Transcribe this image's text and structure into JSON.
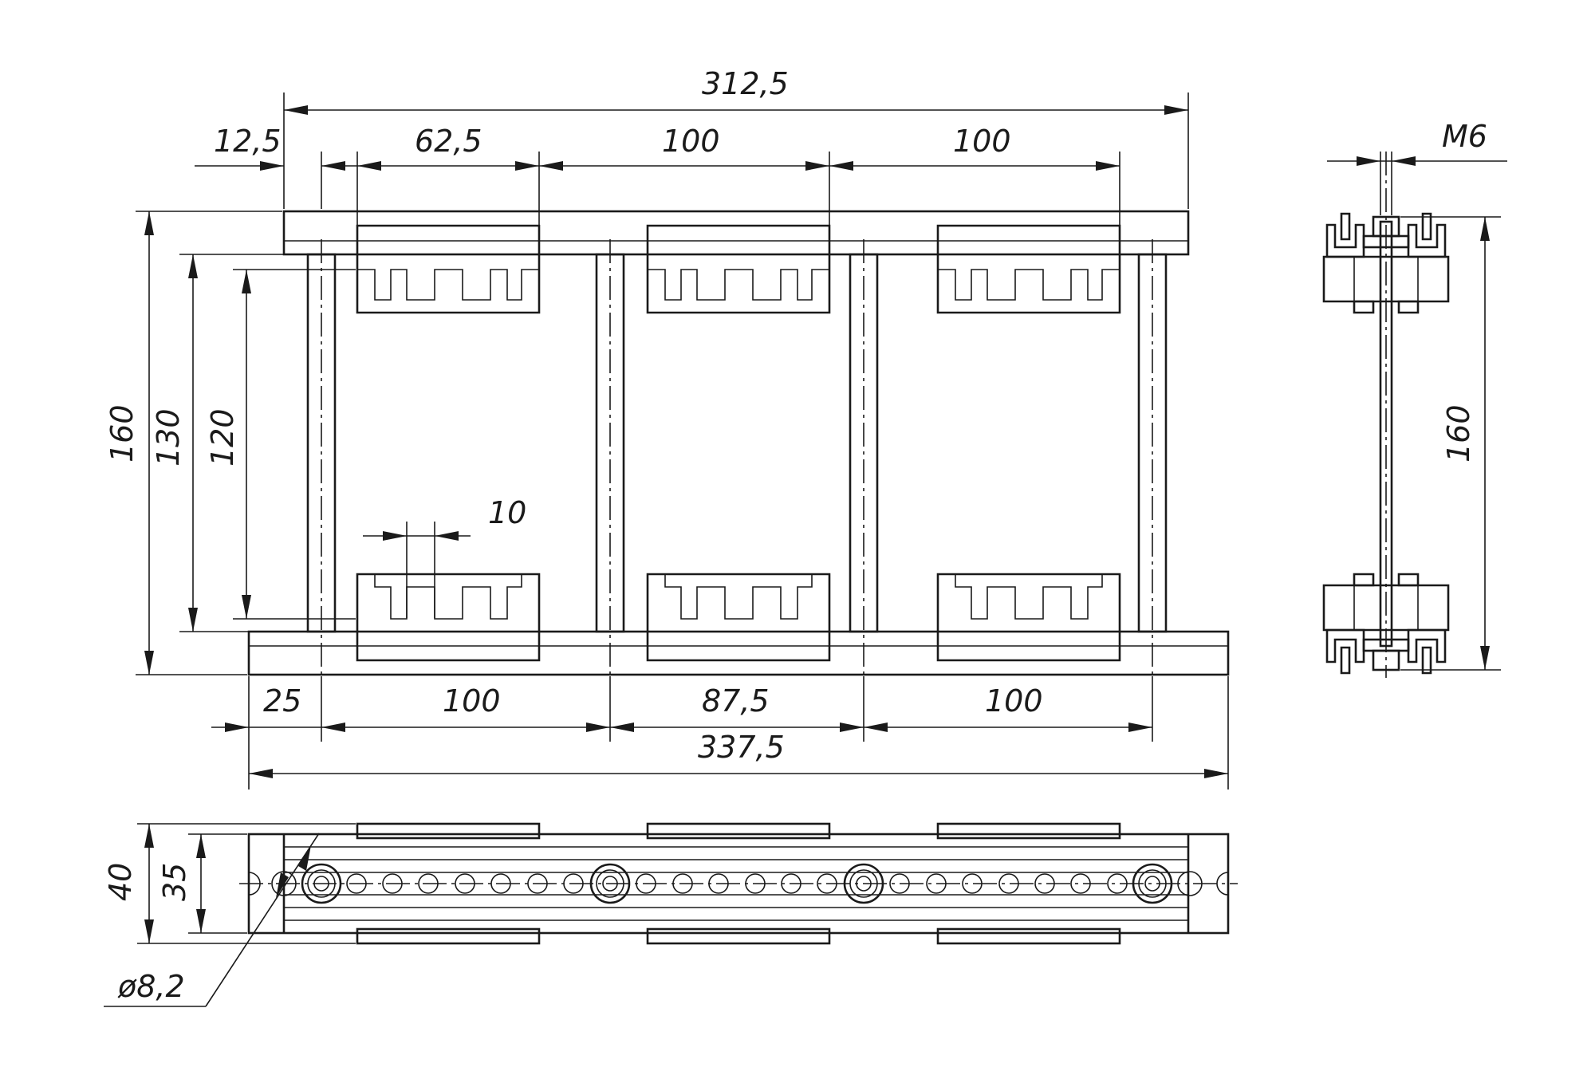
{
  "front_view": {
    "width_top": "312,5",
    "left_offset": "12,5",
    "pitch_first": "62,5",
    "pitch_second": "100",
    "pitch_third": "100",
    "height_total": "160",
    "height_posts": "130",
    "height_inner": "120",
    "tooth_width": "10",
    "base_left": "25",
    "base_span_1": "100",
    "base_span_2": "87,5",
    "base_span_3": "100",
    "width_base": "337,5"
  },
  "side_view": {
    "thread": "M6",
    "height": "160"
  },
  "top_view": {
    "depth_outer": "40",
    "depth_inner": "35",
    "hole_diameter": "ø8,2"
  }
}
